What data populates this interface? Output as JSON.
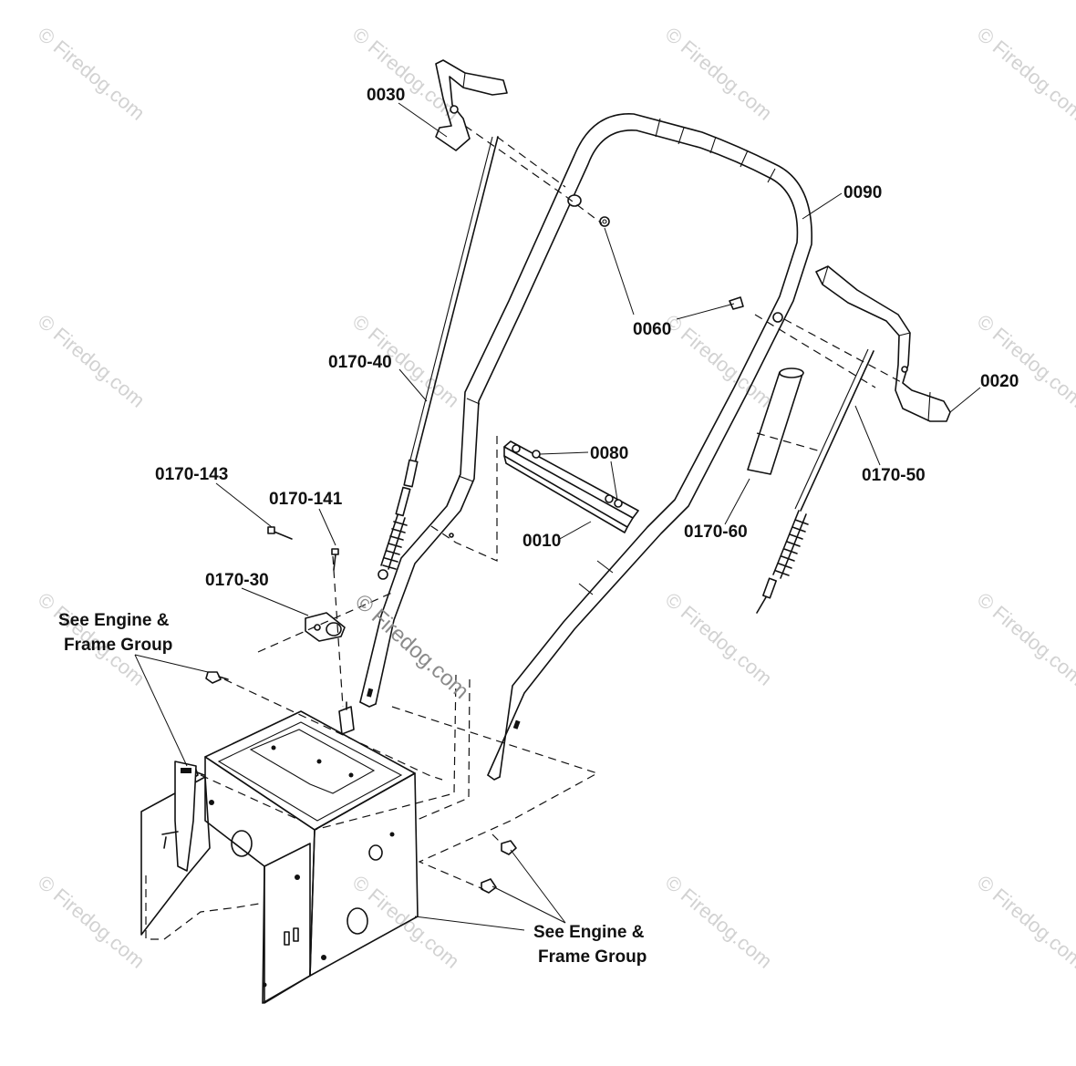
{
  "callouts": {
    "p0030": "0030",
    "p0090": "0090",
    "p0060": "0060",
    "p0020": "0020",
    "p0170_40": "0170-40",
    "p0080": "0080",
    "p0010": "0010",
    "p0170_60": "0170-60",
    "p0170_50": "0170-50",
    "p0170_143": "0170-143",
    "p0170_141": "0170-141",
    "p0170_30": "0170-30"
  },
  "notes": {
    "see_engine_left_1": "See Engine &",
    "see_engine_left_2": "Frame Group",
    "see_engine_right_1": "See Engine &",
    "see_engine_right_2": "Frame Group"
  },
  "watermark": {
    "small": "© Firedog.com",
    "center": "© Firedog.com"
  }
}
